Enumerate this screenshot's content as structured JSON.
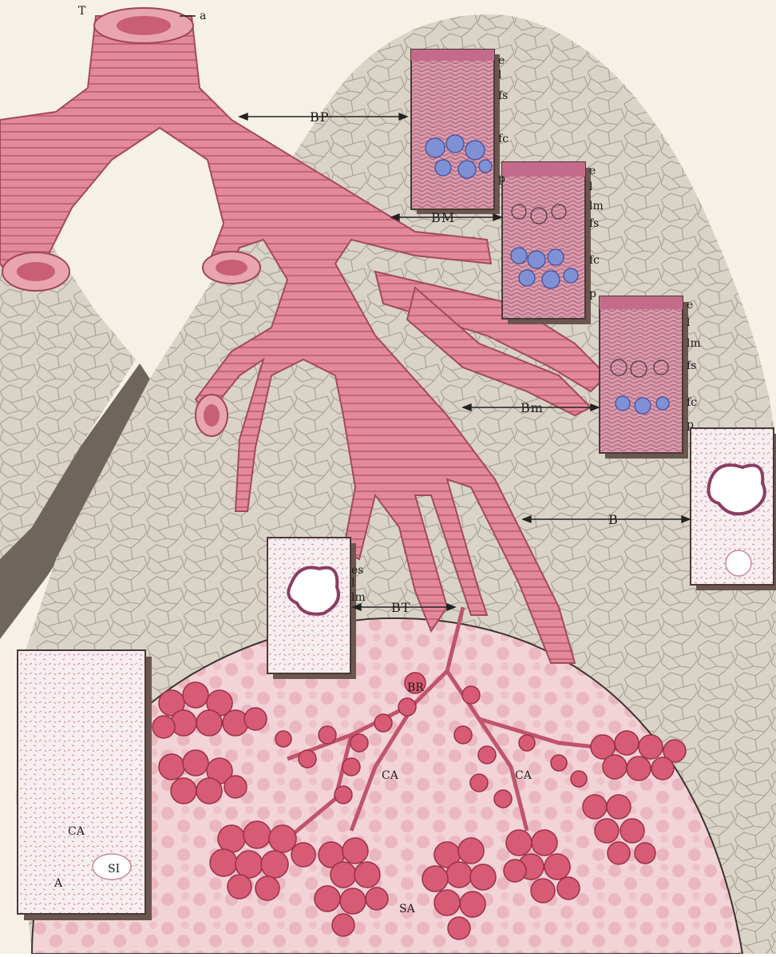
{
  "labels": {
    "trachea": "T",
    "trachea_a": "a",
    "primary_bronchus": "BP",
    "secondary_bronchus": "BM",
    "tertiary_bronchus": "Bm",
    "bronchus": "B",
    "terminal_bronchiole": "BT",
    "respiratory_bronchiole": "BR",
    "alveolar_duct_left": "CA",
    "alveolar_duct_right": "CA",
    "alveolar_sac": "SA",
    "inset_alveolar_duct": "CA",
    "inset_septum": "SI",
    "inset_alveolus": "A"
  },
  "section_bp": [
    "e",
    "l",
    "fs",
    "fc",
    "p"
  ],
  "section_bm": [
    "e",
    "l",
    "lm",
    "fs",
    "fc",
    "p"
  ],
  "section_bm_small": [
    "e",
    "l",
    "lm",
    "fs",
    "fc",
    "p"
  ],
  "section_bt": [
    "es",
    "l",
    "lm"
  ],
  "colors": {
    "lung": "#d9d3c8",
    "lung_cells": "#b9b2a6",
    "airway": "#e07f93",
    "airway_dark": "#b25466",
    "alveoli": "#d75b74",
    "alveoli_bg": "#f1cdd2",
    "cartilage": "#7e8fd0",
    "background": "#f6f1e7"
  }
}
